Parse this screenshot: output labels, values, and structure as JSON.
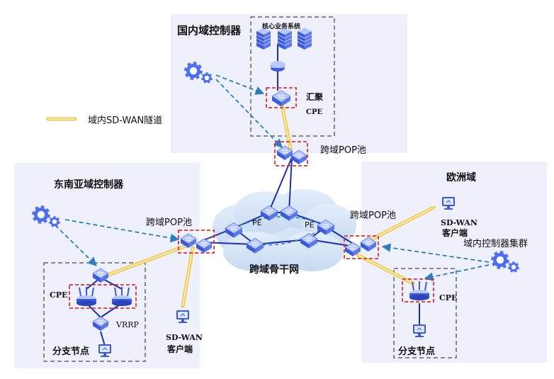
{
  "domain_labels": {
    "domestic_controller": "国内域控制器",
    "sea_controller": "东南亚域控制器",
    "europe": "欧洲域"
  },
  "legend": {
    "sdwan_tunnel": "域内SD-WAN隧道"
  },
  "domestic": {
    "core_system": "核心业务系统",
    "aggregation_line1": "汇聚",
    "aggregation_line2": "CPE",
    "cross_pop_top": "跨域POP池"
  },
  "backbone": {
    "label": "跨域骨干网",
    "pe_left": "PE",
    "pe_right": "PE"
  },
  "sea": {
    "cross_pop": "跨域POP池",
    "cpe": "CPE",
    "vrrp": "VRRP",
    "branch": "分支节点",
    "client_line1": "SD-WAN",
    "client_line2": "客户端"
  },
  "europe": {
    "cross_pop": "跨域POP池",
    "client_line1": "SD-WAN",
    "client_line2": "客户端",
    "controller_cluster": "域内控制器集群",
    "cpe": "CPE",
    "branch": "分支节点"
  },
  "colors": {
    "region_bg": "#eef0fb",
    "device_blue": "#3b5bdb",
    "link_blue": "#1c2fb0",
    "dashed_blue": "#2a7fc0",
    "tunnel_yellow": "#f2c94c",
    "red_dash": "#e03131",
    "cloud": "#d6e4f5"
  }
}
